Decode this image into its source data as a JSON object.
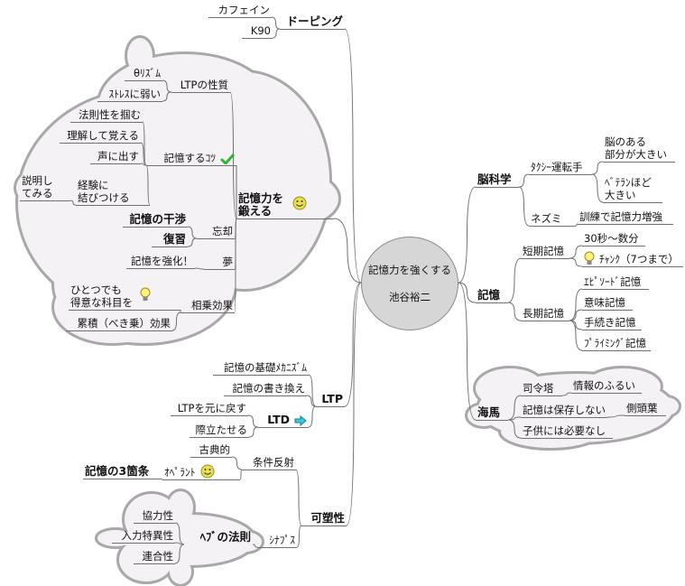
{
  "central": {
    "title": "記憶力を強くする",
    "author": "池谷裕二"
  },
  "nodes": {
    "doping": "ドーピング",
    "caffeine": "カフェイン",
    "k90": "K90",
    "ltp_prop": "LTPの性質",
    "theta": "θﾘｽﾞﾑ",
    "stress": "ｽﾄﾚｽに弱い",
    "rule": "法則性を掴む",
    "understand": "理解して覚える",
    "voice": "声に出す",
    "tips": "記憶するｺﾂ",
    "explain": "説明し\nてみる",
    "experience": "経験に\n結びつける",
    "train": "記憶力を\n鍛える",
    "interf": "記憶の干渉",
    "review": "復習",
    "forget": "忘却",
    "strengthen": "記憶を強化！",
    "dream": "夢",
    "one": "ひとつでも\n得意な科目を",
    "synergy": "相乗効果",
    "cumul": "累積（べき乗）効果",
    "mech": "記憶の基礎ﾒｶﾆｽﾞﾑ",
    "rewrite": "記憶の書き換え",
    "ltp": "LTP",
    "reset": "LTPを元に戻す",
    "ltd": "LTD",
    "stand": "際立たせる",
    "classic": "古典的",
    "cond": "条件反射",
    "three": "記憶の3箇条",
    "operant": "ｵﾍﾟﾗﾝﾄ",
    "plast": "可塑性",
    "coop": "協力性",
    "input": "入力特異性",
    "assoc": "連合性",
    "hebb": "ﾍﾌﾞの法則",
    "synapse": "ｼﾅﾌﾟｽ",
    "brain": "脳科学",
    "taxi": "ﾀｸｼｰ運転手",
    "part": "脳のある\n部分が大きい",
    "veteran": "ﾍﾞﾃﾗﾝほど\n大きい",
    "mouse": "ネズミ",
    "training": "訓練で記憶力増強",
    "memory": "記憶",
    "short": "短期記憶",
    "sec": "30秒～数分",
    "chunk": "ﾁｬﾝｸ（7つまで）",
    "long": "長期記憶",
    "epi": "ｴﾋﾟｿｰﾄﾞ記憶",
    "sem": "意味記憶",
    "proc": "手続き記憶",
    "prim": "ﾌﾟﾗｲﾐﾝｸﾞ記憶",
    "hippo": "海馬",
    "command": "司令塔",
    "filter": "情報のふるい",
    "nostore": "記憶は保存しない",
    "temporal": "側頭葉",
    "child": "子供には必要なし"
  },
  "icons": {
    "check": "check-icon",
    "smiley": "smiley-icon",
    "bulb": "lightbulb-icon",
    "arrow": "arrow-right-icon"
  },
  "colors": {
    "line": "#707070",
    "cloud_fill": "#f5f2f5",
    "cloud_stroke": "#a8a8a8",
    "center_fill": "#d6d6d6"
  }
}
